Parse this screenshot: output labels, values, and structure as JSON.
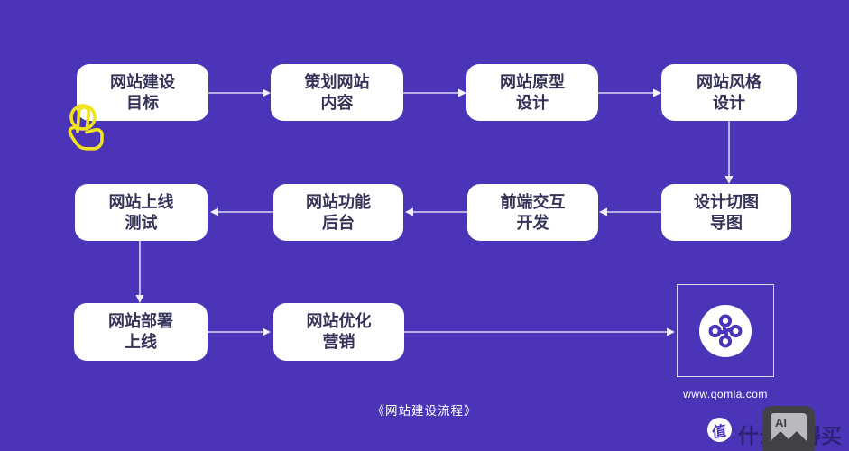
{
  "caption": "《网站建设流程》",
  "nodes": [
    {
      "line1": "网站建设",
      "line2": "目标"
    },
    {
      "line1": "策划网站",
      "line2": "内容"
    },
    {
      "line1": "网站原型",
      "line2": "设计"
    },
    {
      "line1": "网站风格",
      "line2": "设计"
    },
    {
      "line1": "网站上线",
      "line2": "测试"
    },
    {
      "line1": "网站功能",
      "line2": "后台"
    },
    {
      "line1": "前端交互",
      "line2": "开发"
    },
    {
      "line1": "设计切图",
      "line2": "导图"
    },
    {
      "line1": "网站部署",
      "line2": "上线"
    },
    {
      "line1": "网站优化",
      "line2": "营销"
    }
  ],
  "logo": {
    "website": "www.qomla.com",
    "icon": "qomla-clover-logo"
  },
  "watermark": {
    "badge": "值",
    "brand": "什么值得买",
    "overlay_label": "AI"
  },
  "colors": {
    "background": "#4B34B8",
    "node_bg": "#FFFFFF",
    "node_text": "#363358",
    "connector": "#DCD6F4",
    "cursor_yellow": "#F2E41C",
    "logo_purple": "#4B34B8",
    "overlay_bg": "#414146"
  }
}
